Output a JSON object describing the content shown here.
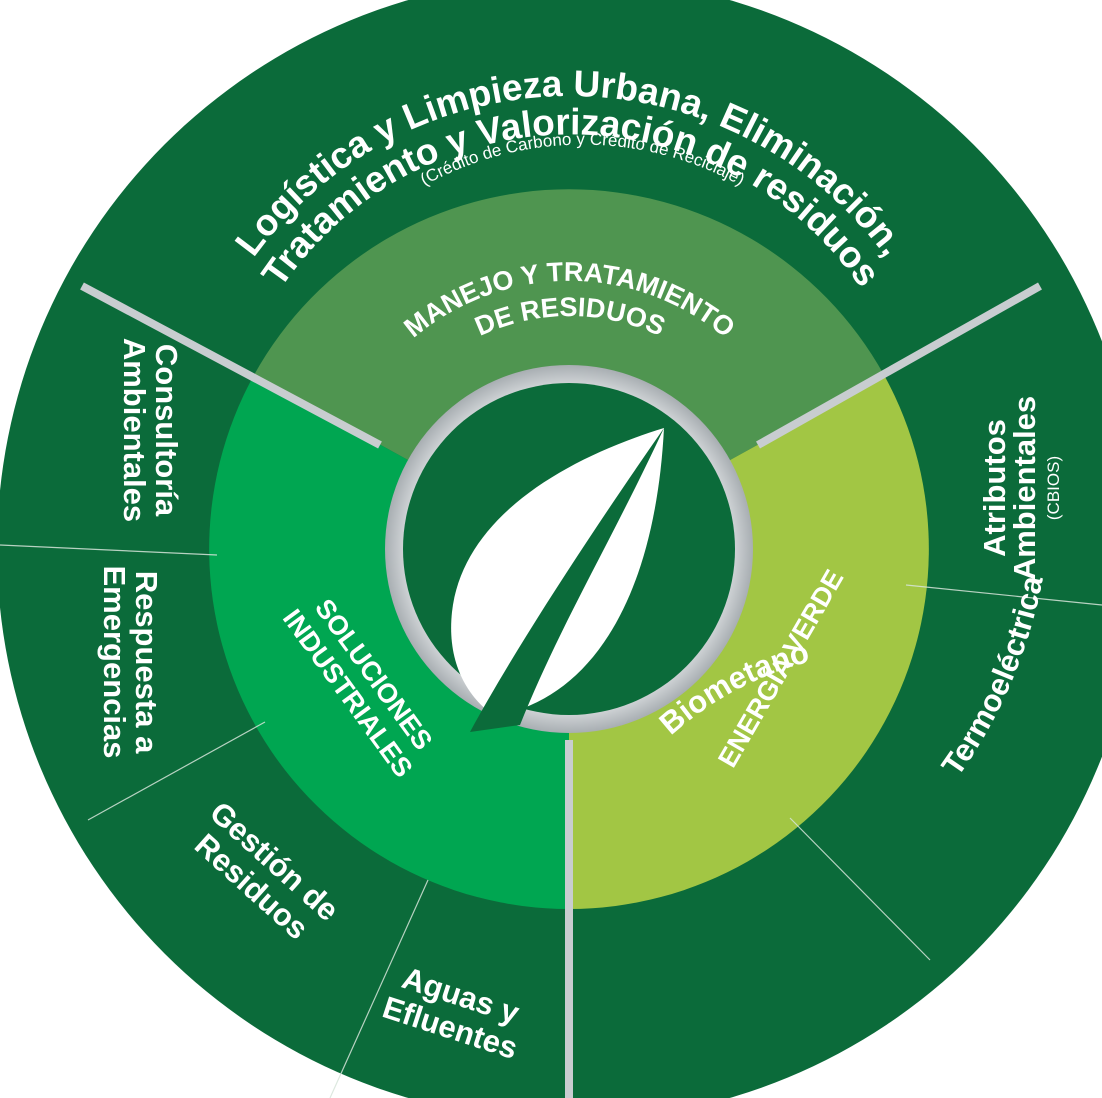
{
  "colors": {
    "outer_ring": "#0b6b3a",
    "ring_top": "#4f9550",
    "ring_left": "#00a651",
    "ring_right": "#a2c644",
    "center": "#0b6b3a",
    "divider": "#c8cdd0",
    "text": "#ffffff"
  },
  "center": {
    "icon": "leaf-icon"
  },
  "inner_sectors": {
    "waste": {
      "line1": "MANEJO Y TRATAMIENTO",
      "line2": "DE RESIDUOS"
    },
    "industrial": {
      "line1": "SOLUCIONES",
      "line2": "INDUSTRIALES"
    },
    "energy": {
      "line1": "ENERGÍA VERDE"
    }
  },
  "outer_sectors": {
    "urban": {
      "line1": "Logística y Limpieza Urbana, Eliminación,",
      "line2": "Tratamiento y Valorización de residuos",
      "sub": "(Crédito de Carbono y Crédito de Reciclaje)"
    },
    "consulting": {
      "line1": "Consultoría",
      "line2": "Ambientales"
    },
    "emergency": {
      "line1": "Respuesta a",
      "line2": "Emergencias"
    },
    "waste_mgmt": {
      "line1": "Gestión de",
      "line2": "Residuos"
    },
    "water": {
      "line1": "Aguas y",
      "line2": "Efluentes"
    },
    "biomethane": {
      "line1": "Biometano"
    },
    "thermo": {
      "line1": "Termoeléctrica"
    },
    "attributes": {
      "line1": "Atributos",
      "line2": "Ambientales",
      "sub": "(CBIOS)"
    }
  }
}
